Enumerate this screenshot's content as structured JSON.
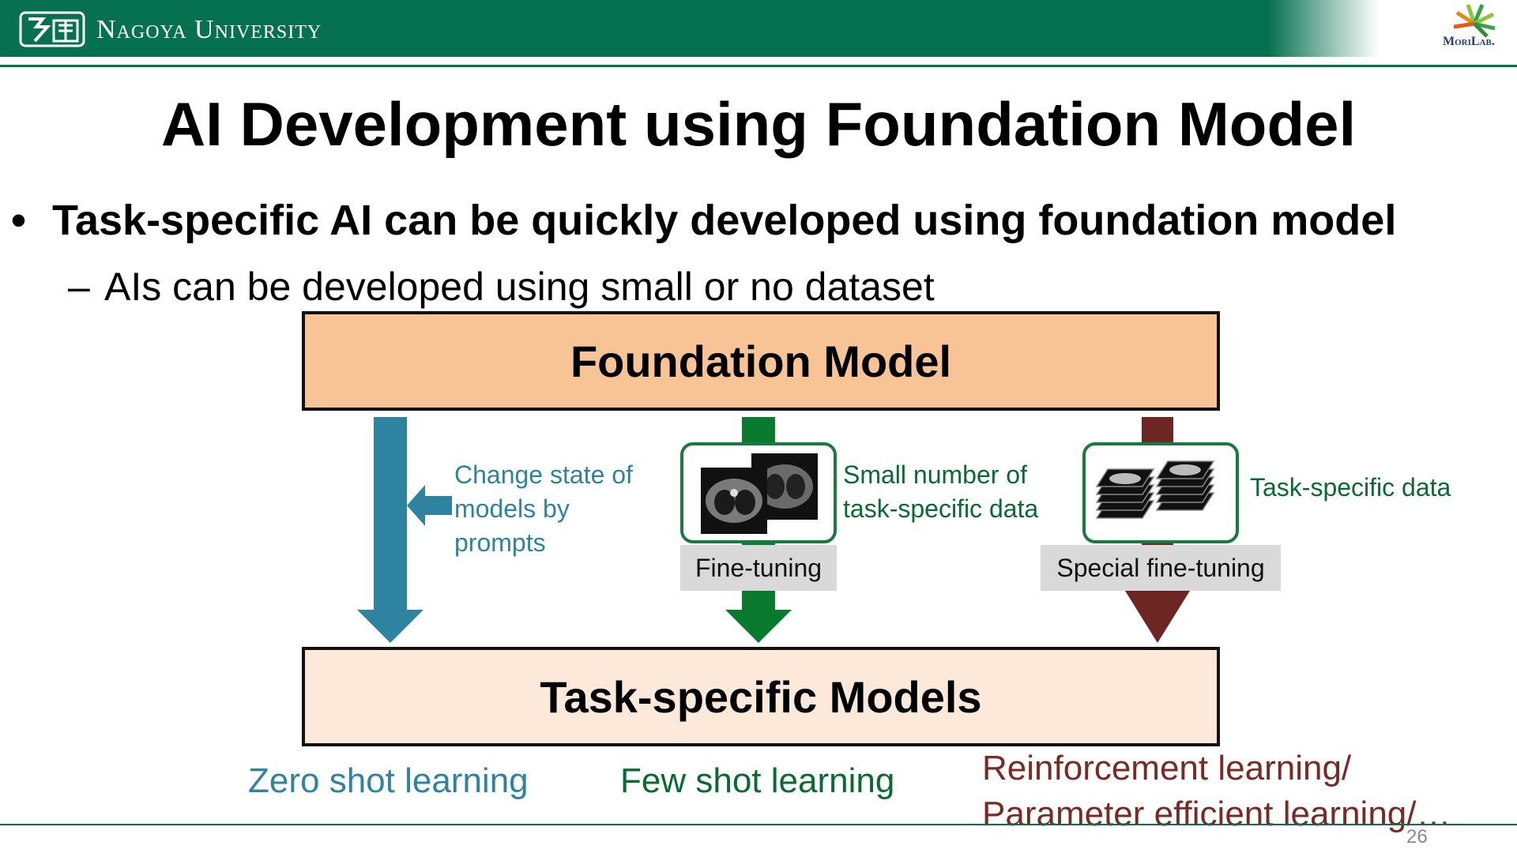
{
  "header": {
    "university": "Nagoya University",
    "lab": "MoriLab."
  },
  "slide": {
    "title": "AI Development using Foundation Model",
    "bullet": "Task-specific AI can be quickly developed using foundation model",
    "sub_bullet": "AIs can be developed using small or no dataset",
    "bullet_glyph": "•",
    "dash_glyph": "–"
  },
  "diagram": {
    "top_box": "Foundation Model",
    "bottom_box": "Task-specific Models",
    "left_label": [
      "Change state of",
      "models by",
      "prompts"
    ],
    "mid_label": [
      "Small number of",
      "task-specific data"
    ],
    "mid_tag": "Fine-tuning",
    "right_label": "Task-specific data",
    "right_tag": "Special fine-tuning",
    "bottom_left": "Zero shot learning",
    "bottom_mid": "Few shot learning",
    "bottom_right": [
      "Reinforcement learning/",
      "Parameter efficient learning/…"
    ],
    "colors": {
      "blue": "#2e84a0",
      "green": "#0a7a2e",
      "red": "#6e2622",
      "top_box": "#f8c495",
      "bottom_box": "#fde9da",
      "header": "#06714f"
    }
  },
  "footer": {
    "page_number": "26"
  }
}
